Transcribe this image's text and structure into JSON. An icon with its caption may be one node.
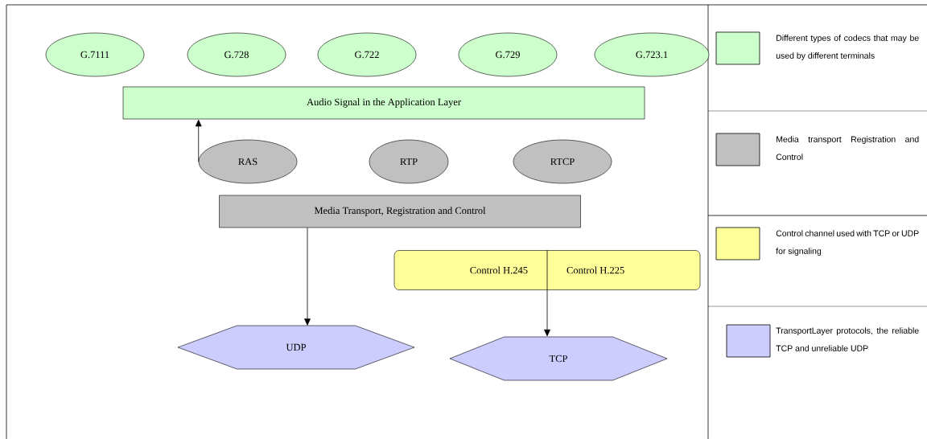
{
  "diagram": {
    "nodes": [
      {
        "text": [
          "G.7111"
        ]
      },
      {
        "text": [
          "G.728"
        ]
      },
      {
        "text": [
          "G.722"
        ]
      },
      {
        "text": [
          "G.729"
        ]
      },
      {
        "text": [
          "G.723.1"
        ]
      },
      {
        "text": [
          "Audio Signal in the Application Layer"
        ]
      },
      {
        "text": [
          "RAS"
        ]
      },
      {
        "text": [
          "RTP"
        ]
      },
      {
        "text": [
          "RTCP"
        ]
      },
      {
        "text": [
          "Media Transport, Registration and Control"
        ]
      },
      {
        "text": [
          "Control H.245",
          "Control H.225"
        ]
      },
      {
        "text": [
          "UDP"
        ]
      },
      {
        "text": [
          "TCP"
        ]
      }
    ],
    "edges": [
      {
        "from": 6,
        "to": 5,
        "arrow": "to"
      },
      {
        "from": 9,
        "to": 11,
        "arrow": "to"
      },
      {
        "from": 10,
        "to": 12,
        "arrow": "to"
      }
    ],
    "legend": [
      {
        "text": "Different types of codecs that may be used by different terminals",
        "color": "#ccffcc"
      },
      {
        "text": "Media transport Registration and Control",
        "color": "#c0c0c0"
      },
      {
        "text": "Control channel used with TCP or UDP for signaling",
        "color": "#ffff99"
      },
      {
        "text": "TransportLayer protocols, the reliable TCP and unreliable UDP",
        "color": "#ccccff"
      }
    ]
  }
}
